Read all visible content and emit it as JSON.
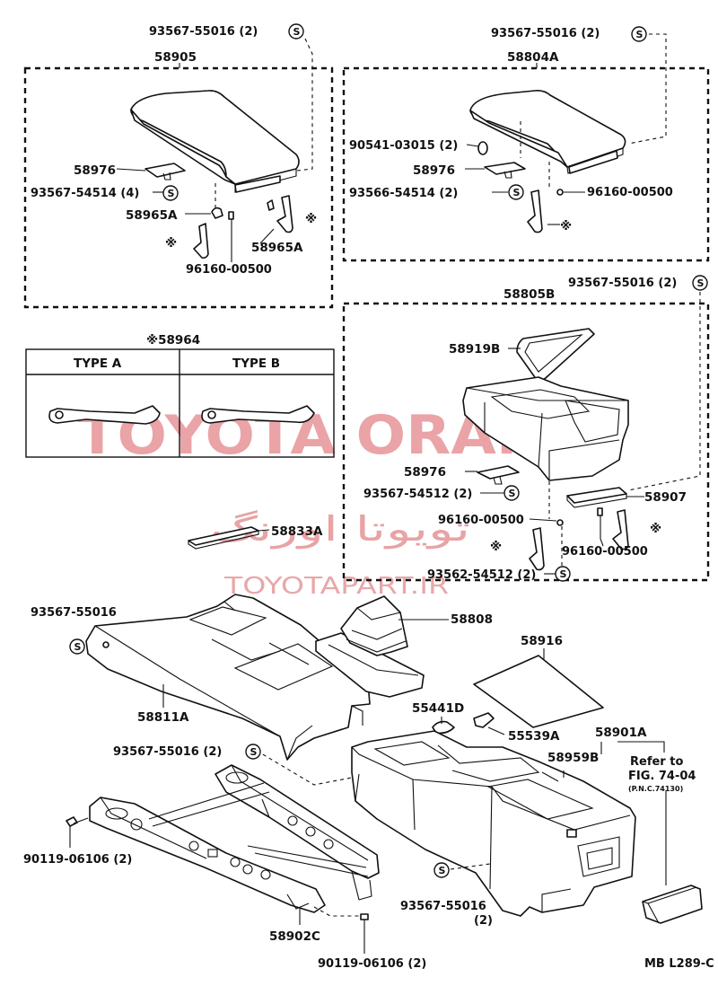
{
  "watermark": {
    "brand": "TOYOTA ORANG",
    "persian": "تویوتا اورنگ",
    "site": "TOYOTAPART.IR"
  },
  "figure_code": "MB L289-C",
  "reference": {
    "line1": "Refer to",
    "line2": "FIG. 74-04",
    "line3": "(P.N.C.74130)"
  },
  "type_table": {
    "title": "※58964",
    "col_a": "TYPE A",
    "col_b": "TYPE B"
  },
  "symbols": {
    "s": "S",
    "star": "※"
  },
  "groups": {
    "g1": {
      "title": "58905"
    },
    "g2": {
      "title": "58804A"
    },
    "g3": {
      "title": "58805B"
    }
  },
  "labels": {
    "g1_bolt": "93567-55016 (2)",
    "g1_hinge": "58976",
    "g1_screw": "93567-54514 (4)",
    "g1_latch": "58965A",
    "g1_latch2": "58965A",
    "g1_nut": "96160-00500",
    "g2_bolt": "93567-55016 (2)",
    "g2_clip": "90541-03015 (2)",
    "g2_hinge": "58976",
    "g2_screw": "93566-54514 (2)",
    "g2_nut": "96160-00500",
    "g3_bolt": "93567-55016 (2)",
    "g3_tray": "58919B",
    "g3_hinge": "58976",
    "g3_screw": "93567-54512 (2)",
    "g3_plate": "58907",
    "g3_nut1": "96160-00500",
    "g3_nut2": "96160-00500",
    "g3_screw2": "93562-54512 (2)",
    "mat": "58833A",
    "left_bolt": "93567-55016",
    "panel": "58811A",
    "boot": "58808",
    "tray_mat": "58916",
    "cup": "55441D",
    "knob": "55539A",
    "console": "58901A",
    "bracket_bolt": "93567-55016 (2)",
    "clip": "58959B",
    "bolt_a": "90119-06106 (2)",
    "bolt_b": "90119-06106 (2)",
    "bracket": "58902C",
    "console_bolt": "93567-55016",
    "console_bolt_qty": "(2)"
  }
}
